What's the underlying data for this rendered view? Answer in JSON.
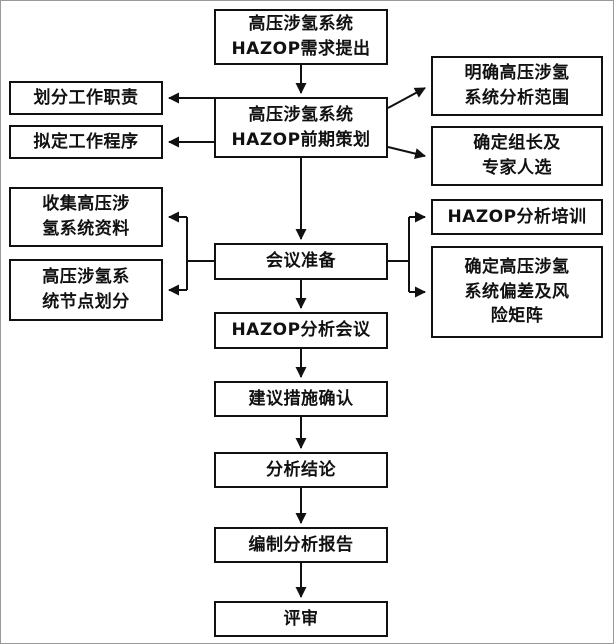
{
  "diagram": {
    "type": "flowchart",
    "subject": "高压涉氢系统HAZOP分析流程",
    "colors": {
      "border": "#111111",
      "background": "#ffffff",
      "text": "#111111",
      "arrow": "#111111"
    },
    "nodes": {
      "req": {
        "lines": [
          "高压涉氢系统",
          "HAZOP需求提出"
        ]
      },
      "plan": {
        "lines": [
          "高压涉氢系统",
          "HAZOP前期策划"
        ]
      },
      "prep": {
        "lines": [
          "会议准备"
        ]
      },
      "meeting": {
        "lines": [
          "HAZOP分析会议"
        ]
      },
      "measures": {
        "lines": [
          "建议措施确认"
        ]
      },
      "conclusion": {
        "lines": [
          "分析结论"
        ]
      },
      "report": {
        "lines": [
          "编制分析报告"
        ]
      },
      "review": {
        "lines": [
          "评审"
        ]
      },
      "duties": {
        "lines": [
          "划分工作职责"
        ]
      },
      "procedures": {
        "lines": [
          "拟定工作程序"
        ]
      },
      "collect": {
        "lines": [
          "收集高压涉",
          "氢系统资料"
        ]
      },
      "node_division": {
        "lines": [
          "高压涉氢系",
          "统节点划分"
        ]
      },
      "scope": {
        "lines": [
          "明确高压涉氢",
          "系统分析范围"
        ]
      },
      "leader": {
        "lines": [
          "确定组长及",
          "专家人选"
        ]
      },
      "training": {
        "lines": [
          "HAZOP分析培训"
        ]
      },
      "matrix": {
        "lines": [
          "确定高压涉氢",
          "系统偏差及风",
          "险矩阵"
        ]
      }
    }
  }
}
